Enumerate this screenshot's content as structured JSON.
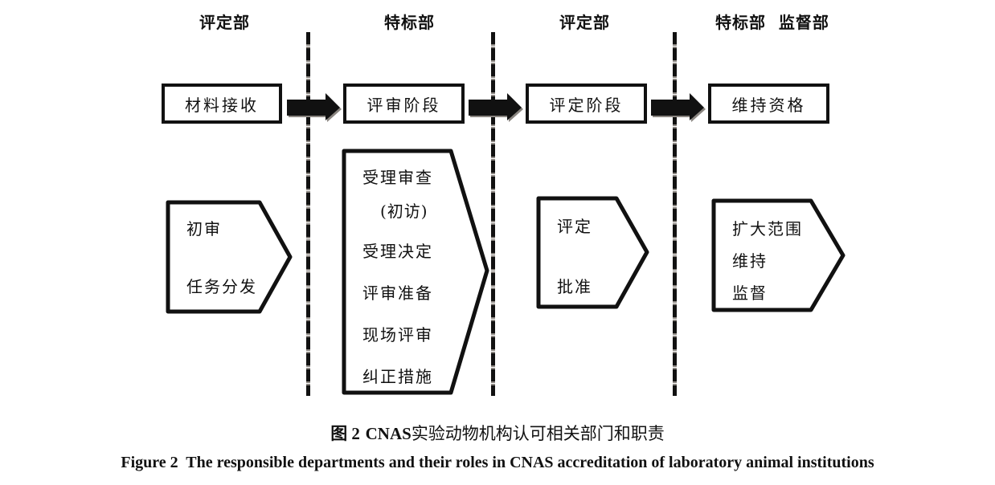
{
  "departments": [
    "评定部",
    "特标部",
    "评定部",
    "特标部  监督部"
  ],
  "stages": [
    "材料接收",
    "评审阶段",
    "评定阶段",
    "维持资格"
  ],
  "tasks": [
    {
      "lines": [
        "初审",
        "任务分发"
      ]
    },
    {
      "lines": [
        "受理审查",
        "(初访)",
        "受理决定",
        "评审准备",
        "现场评审",
        "纠正措施"
      ]
    },
    {
      "lines": [
        "评定",
        "批准"
      ]
    },
    {
      "lines": [
        "扩大范围",
        "维持",
        "监督"
      ]
    }
  ],
  "icons": {
    "flow_arrow": "right-block-arrow",
    "divider": "dashed-vertical-line"
  },
  "caption": {
    "cn_prefix": "图 2",
    "cn_acronym": "CNAS",
    "cn_text": "实验动物机构认可相关部门和职责",
    "en": "Figure 2  The responsible departments and their roles in CNAS accreditation of laboratory animal institutions"
  }
}
